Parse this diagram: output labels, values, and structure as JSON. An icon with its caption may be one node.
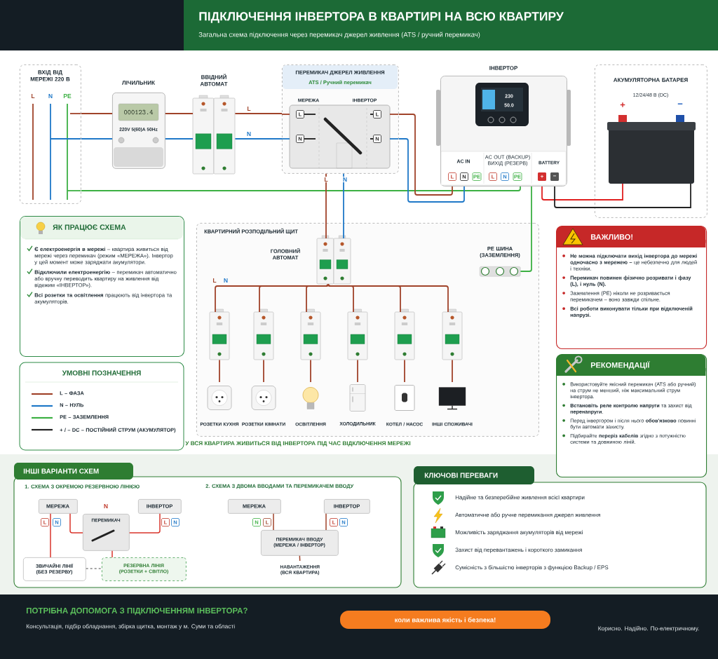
{
  "diagram": {
    "title": "ПІДКЛЮЧЕННЯ ІНВЕРТОРА В КВАРТИРІ НА ВСЮ КВАРТИРУ",
    "nodes": [
      {
        "text": [
          "ВХІД ВІД МЕРЕЖІ 220 В"
        ]
      },
      {
        "text": [
          "ЛІЧИЛЬНИК",
          "000123.4",
          "220V 5(60)A 50Hz"
        ]
      },
      {
        "text": [
          "ВВІДНИЙ АВТОМАТ"
        ]
      },
      {
        "text": [
          "ПЕРЕМИКАЧ ДЖЕРЕЛ ЖИВЛЕННЯ",
          "ATS / Ручний перемикач",
          "МЕРЕЖА",
          "ІНВЕРТОР"
        ]
      },
      {
        "text": [
          "ІНВЕРТОР",
          "AC IN",
          "AC OUT (BACKUP) ВИХІД (РЕЗЕРВ)",
          "BATTERY"
        ]
      },
      {
        "text": [
          "АКУМУЛЯТОРНА БАТАРЕЯ",
          "12/24/48 В (DC)"
        ]
      },
      {
        "text": [
          "ЯК ПРАЦЮЄ СХЕМА",
          "**Є електроенергія в мережі** – квартира живиться від мережі через перемикач (режим «МЕРЕЖА»). Інвертор у цей момент може заряджати акумулятори.",
          "**Відключили електроенергію** – перемикач автоматично або вручну переводить квартиру на живлення від відежим «ІНВЕРТОР»).",
          "**Всі розетки та освітлення** працюють від інвертора та акумуляторів."
        ]
      },
      {
        "text": [
          "КВАРТИРНИЙ РОЗПОДІЛЬНИЙ ЩИТ"
        ]
      },
      {
        "text": [
          "ГОЛОВНИЙ АВТОМАТ"
        ],
        "in": 7
      },
      {
        "text": [
          "PE ШИНА (ЗАЗЕМЛЕННЯ)"
        ],
        "in": 7
      },
      {
        "text": [],
        "shape": "box",
        "in": 7
      },
      {
        "text": [],
        "shape": "box",
        "in": 7
      },
      {
        "text": [],
        "shape": "box",
        "in": 7
      },
      {
        "text": [],
        "shape": "box",
        "in": 7
      },
      {
        "text": [],
        "shape": "box",
        "in": 7
      },
      {
        "text": [],
        "shape": "box",
        "in": 7
      },
      {
        "text": [
          "РОЗЕТКИ КУХНЯ"
        ],
        "in": 7
      },
      {
        "text": [
          "РОЗЕТКИ КІМНАТИ"
        ],
        "in": 7
      },
      {
        "text": [
          "ОСВІТЛЕННЯ"
        ],
        "in": 7
      },
      {
        "text": [
          "ХОЛОДИЛЬНИК"
        ],
        "in": 7
      },
      {
        "text": [
          "КОТЕЛ / НАСОС"
        ],
        "in": 7
      },
      {
        "text": [
          "ІНШІ СПОЖИВАЧІ"
        ],
        "in": 7
      },
      {
        "text": [
          "ВАЖЛИВО!",
          "**Не можна підключати вихід інвертора до мережі одночасно з мережею –** це небезпечно для людей і техніки.",
          "Перемикач повинен фізично розривати і фазу (L), і нуль (N).",
          "Заземлення (PE) ніколи не розривається перемикачем – воно завжди спільне.",
          "Всі роботи виконувати тільки при відключеній напрузі."
        ]
      },
      {
        "text": [
          "РЕКОМЕНДАЦІЇ",
          "Використовуйте якісний перемикач (ATS або ручний) на струм не менший, ніж максимальний струм інвертора.",
          "**Встановіть реле контролю напруги** та захист від **перенапруги**.",
          "Перед інвертором і після нього **обов'язково** повинні бути автомати захисту.",
          "Підбирайте **переріз кабелів** згідно з потужністю системи та довжиною ліній."
        ]
      },
      {
        "text": [
          "ІНШІ ВАРІАНТИ СХЕМ"
        ]
      },
      {
        "text": [
          "МЕРЕЖА"
        ],
        "in": 24
      },
      {
        "text": [
          "ПЕРЕМИКАЧ"
        ],
        "in": 24
      },
      {
        "text": [
          "ІНВЕРТОР"
        ],
        "in": 24
      },
      {
        "text": [
          "ЗВИЧАЙНІ ЛІНІЇ (БЕЗ РЕЗЕРВУ)"
        ],
        "in": 24
      },
      {
        "text": [
          "РЕЗЕРВНА ЛІНІЯ (РОЗЕТКИ + СВІТЛО)"
        ],
        "in": 24
      },
      {
        "text": [
          "МЕРЕЖА"
        ],
        "in": 24
      },
      {
        "text": [
          "ІНВЕРТОР"
        ],
        "in": 24
      },
      {
        "text": [
          "ПЕРЕМИКАЧ ВВОДУ (МЕРЕЖА / ІНВЕРТОР)"
        ],
        "in": 24
      },
      {
        "text": [
          "НАВАНТАЖЕННЯ (ВСЯ КВАРТИРА)"
        ],
        "in": 24
      },
      {
        "text": [
          "КЛЮЧОВІ ПЕРЕВАГИ",
          "Надійне та безперебійне живлення всієї квартири",
          "Автоматичне або ручне перемикання джерел живлення",
          "Можливість заряджання акумуляторів від мережі",
          "Захист від перевантажень і короткого замикання",
          "Сумісність з більшістю інверторів з функцією Backup / EPS"
        ]
      }
    ],
    "edges": [
      {
        "from": 0,
        "to": 1,
        "arrow": "none"
      },
      {
        "from": 0,
        "to": 1,
        "arrow": "none",
        "color": "#1f78c8"
      },
      {
        "from": 1,
        "to": 2,
        "arrow": "none"
      },
      {
        "from": 1,
        "to": 2,
        "arrow": "none",
        "color": "#1f78c8"
      },
      {
        "from": 2,
        "to": 3,
        "arrow": "none",
        "label": "L"
      },
      {
        "from": 2,
        "to": 3,
        "arrow": "none",
        "label": "N",
        "color": "#1f78c8"
      },
      {
        "from": 0,
        "to": 4,
        "arrow": "none",
        "color": "#3cb043"
      },
      {
        "from": 3,
        "to": 4,
        "arrow": "none"
      },
      {
        "from": 3,
        "to": 4,
        "arrow": "none",
        "color": "#1f78c8"
      },
      {
        "from": 4,
        "to": 5,
        "arrow": "none",
        "color": "#e02020"
      },
      {
        "from": 4,
        "to": 5,
        "arrow": "none",
        "color": "#222222"
      },
      {
        "from": 3,
        "to": 8,
        "arrow": "none",
        "label": "L"
      },
      {
        "from": 3,
        "to": 8,
        "arrow": "none",
        "label": "N",
        "color": "#1f78c8"
      },
      {
        "from": 4,
        "to": 9,
        "arrow": "none",
        "color": "#3cb043"
      },
      {
        "from": 8,
        "to": 10,
        "arrow": "none"
      },
      {
        "from": 8,
        "to": 11,
        "arrow": "none"
      },
      {
        "from": 8,
        "to": 12,
        "arrow": "none"
      },
      {
        "from": 8,
        "to": 13,
        "arrow": "none"
      },
      {
        "from": 8,
        "to": 14,
        "arrow": "none"
      },
      {
        "from": 8,
        "to": 15,
        "arrow": "none"
      },
      {
        "from": 10,
        "to": 16,
        "arrow": "none"
      },
      {
        "from": 11,
        "to": 17,
        "arrow": "none"
      },
      {
        "from": 12,
        "to": 18,
        "arrow": "none"
      },
      {
        "from": 13,
        "to": 19,
        "arrow": "none"
      },
      {
        "from": 14,
        "to": 20,
        "arrow": "none"
      },
      {
        "from": 15,
        "to": 21,
        "arrow": "none"
      },
      {
        "from": 25,
        "to": 28,
        "arrow": "none",
        "color": "#d9342b"
      },
      {
        "from": 25,
        "to": 26,
        "arrow": "none",
        "color": "#d9342b"
      },
      {
        "from": 27,
        "to": 26,
        "arrow": "none",
        "color": "#d9342b"
      },
      {
        "from": 26,
        "to": 29,
        "arrow": "none",
        "color": "#d9342b"
      },
      {
        "from": 28,
        "to": 29,
        "arrow": "none",
        "style": "dashed",
        "color": "#888888"
      },
      {
        "from": 30,
        "to": 32,
        "arrow": "none"
      },
      {
        "from": 31,
        "to": 32,
        "arrow": "none"
      },
      {
        "from": 32,
        "to": 33,
        "arrow": "none"
      }
    ],
    "labels": [
      "Загальна схема підключення через перемикач джерел живлення (ATS / ручний перемикач)",
      "L",
      "N",
      "PE",
      "L",
      "N",
      "L",
      "N",
      "230",
      "50.0",
      "L",
      "N",
      "PE",
      "L",
      "N",
      "PE",
      "+",
      "−",
      "+",
      "−",
      "L",
      "N",
      "У ВСЯ КВАРТИРА ЖИВИТЬСЯ ВІД ІНВЕРТОРА ПІД ЧАС ВІДКЛЮЧЕННЯ МЕРЕЖІ",
      "УМОВНІ ПОЗНАЧЕННЯ",
      "1. СХЕМА З ОКРЕМОЮ РЕЗЕРВНОЮ ЛІНІЄЮ",
      "2. СХЕМА З ДВОМА ВВОДАМИ ТА ПЕРЕМИКАЧЕМ ВВОДУ",
      "N",
      "L",
      "N",
      "L",
      "N",
      "N",
      "L",
      "L",
      "N",
      "ПОТРІБНА ДОПОМОГА З ПІДКЛЮЧЕННЯМ ІНВЕРТОРА?",
      "Консультація, підбір обладнання, збірка щитка, монтаж у м. Суми та області",
      "коли важлива якість і безпека!",
      "Корисно. Надійно. По-електричному."
    ],
    "legend": [
      {
        "text": "L – ФАЗА"
      },
      {
        "text": "N – НУЛЬ"
      },
      {
        "text": "PE – ЗАЗЕМЛЕННЯ"
      },
      {
        "text": "+ / – DC – ПОСТІЙНИЙ СТРУМ (АКУМУЛЯТОР)"
      }
    ]
  }
}
